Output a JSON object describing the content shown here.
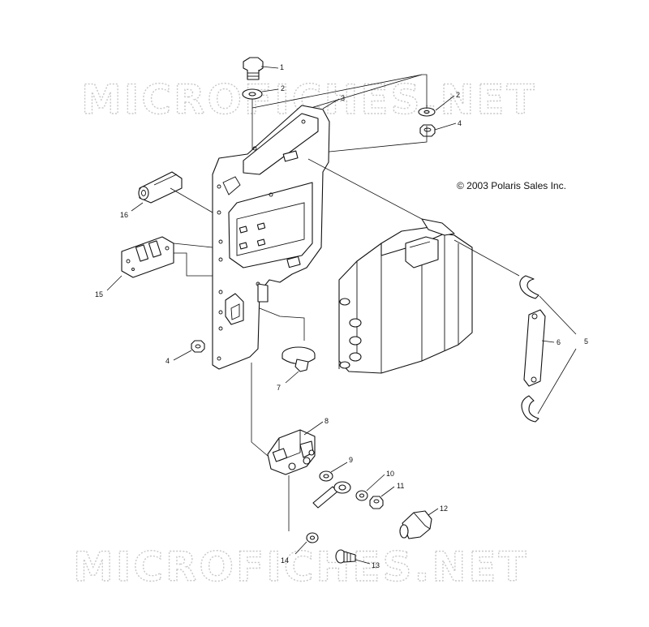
{
  "watermark": {
    "top": "MICROFICHES.NET",
    "bottom": "MICROFICHES.NET"
  },
  "copyright": "© 2003 Polaris Sales Inc.",
  "callouts": [
    "1",
    "2",
    "3",
    "2",
    "4",
    "16",
    "15",
    "4",
    "7",
    "6",
    "5",
    "8",
    "9",
    "10",
    "11",
    "12",
    "14",
    "13"
  ],
  "parts": {
    "bolt": "bolt",
    "washer": "washer",
    "mounting_plate": "mounting-plate",
    "nut": "nut",
    "clip_16": "clip",
    "bracket_15": "bracket",
    "strap_7": "strap",
    "retainer_6": "retainer",
    "clip_5": "clip",
    "solenoid_8": "solenoid",
    "battery_box": "battery-box",
    "boot_12": "boot",
    "screw_13": "screw"
  }
}
